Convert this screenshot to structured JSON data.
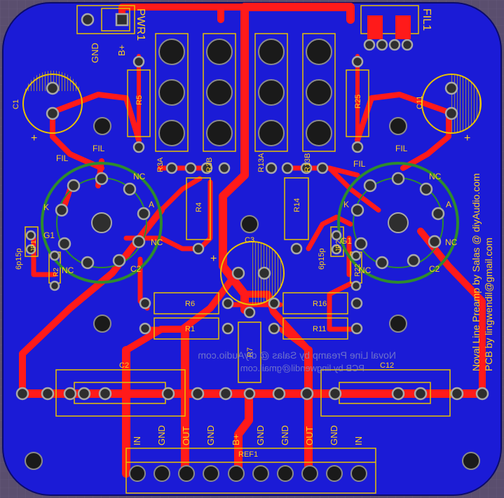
{
  "board": {
    "colors": {
      "copper": "#1b1bd6",
      "trace": "#ff1a1a",
      "silk": "#ffd21f",
      "ring": "#2e8b2e",
      "background": "#5a4e6e"
    }
  },
  "labels": {
    "pwr": "PWR1",
    "fil1": "FIL1",
    "gnd_pwr": "GND",
    "bplus_pwr": "B+",
    "c1_left": "C1",
    "c1_right": "C11",
    "r5": "R5",
    "r25": "R25",
    "r3a": "R3A",
    "r3b": "R3B",
    "r13a": "R13A",
    "r13b": "R13B",
    "r4": "R4",
    "r14": "R14",
    "c3": "C3",
    "r6": "R6",
    "r1": "R1",
    "r16": "R16",
    "r11": "R11",
    "r7": "R7",
    "c2": "C2",
    "c12": "C12",
    "ref1": "REF1",
    "jp1": "JP1",
    "jp2": "JP2",
    "r2": "R2",
    "r22": "R22",
    "sixp15p": "6p15p",
    "fil": "FIL",
    "nc": "NC",
    "a": "A",
    "g1": "G1",
    "g2": "C2",
    "k": "K",
    "plus": "+",
    "credit1": "Noval Line Preamp by Salas @ diyAudio.com",
    "credit2": "PCB by lingwendil@gmail.com",
    "mirror1": "Noval Line Preamp by Salas @ diyAudio.com",
    "mirror2": "PCB by lingwendil@gmail.com"
  },
  "connector_pins": [
    "IN",
    "GND",
    "OUT",
    "GND",
    "B+",
    "GND",
    "GND",
    "OUT",
    "GND",
    "IN"
  ]
}
